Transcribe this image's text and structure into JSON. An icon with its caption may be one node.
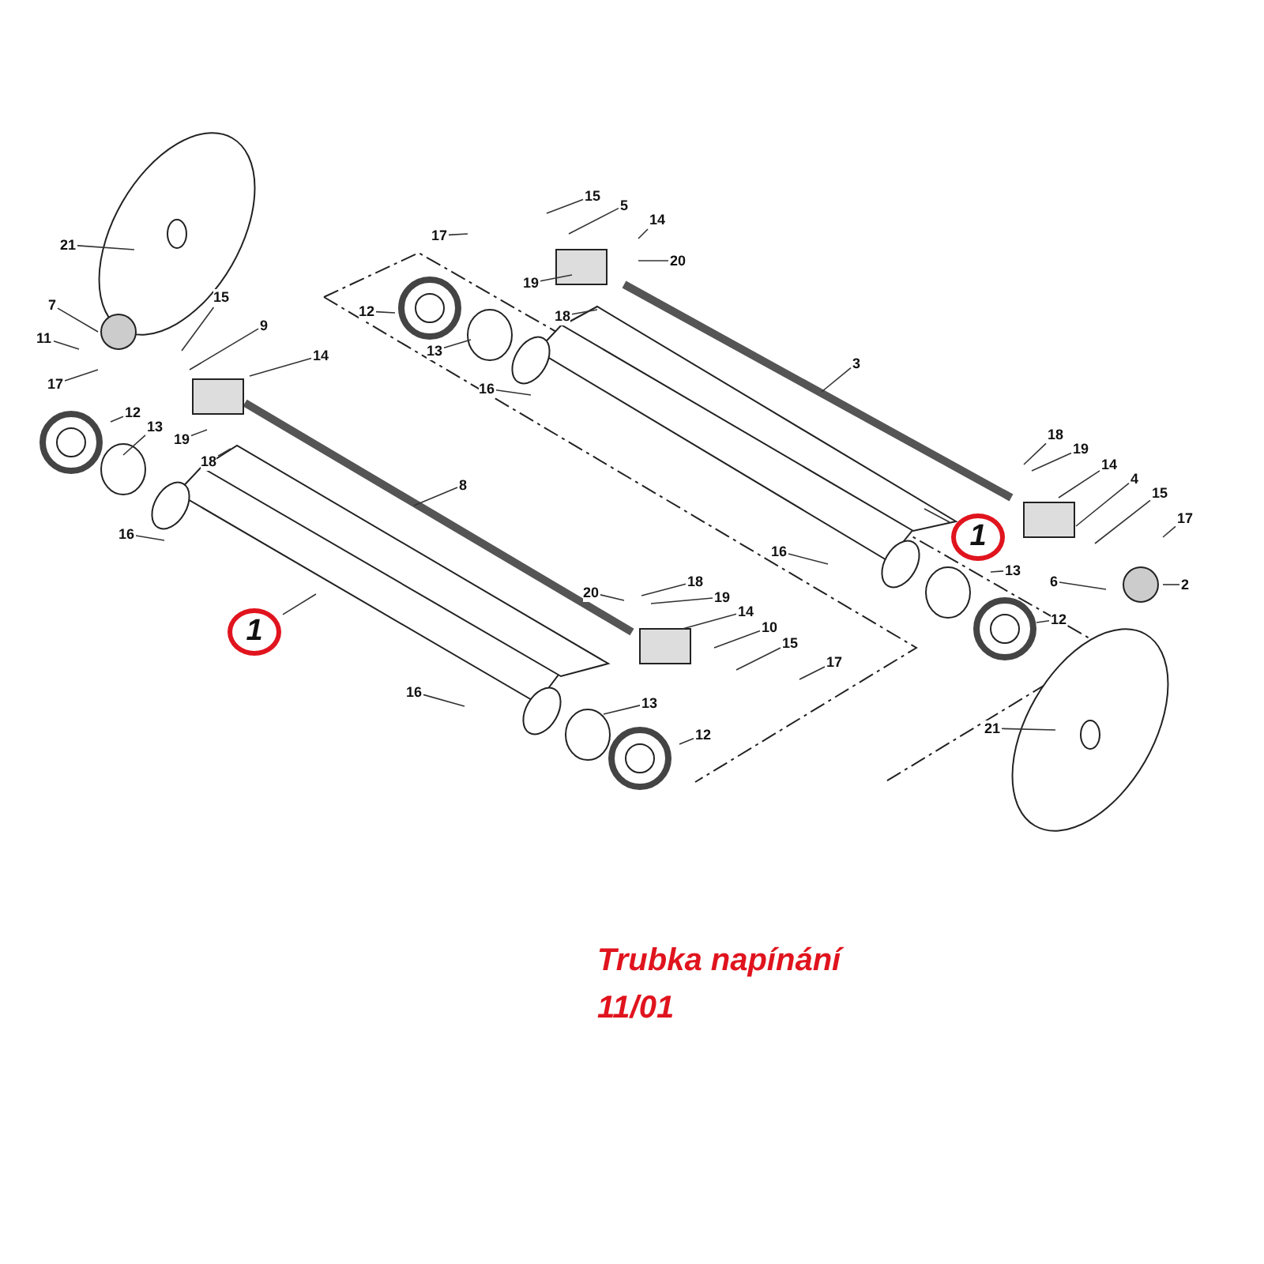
{
  "diagram": {
    "nodes": [
      {
        "text": [
          "21"
        ]
      },
      {
        "text": [
          "7"
        ]
      },
      {
        "text": [
          "15"
        ]
      },
      {
        "text": [
          "11"
        ]
      },
      {
        "text": [
          "17"
        ]
      },
      {
        "text": [
          "9"
        ]
      },
      {
        "text": [
          "14"
        ]
      },
      {
        "text": [
          "12"
        ]
      },
      {
        "text": [
          "13"
        ]
      },
      {
        "text": [
          "19"
        ]
      },
      {
        "text": [
          "18"
        ]
      },
      {
        "text": [
          "8"
        ]
      },
      {
        "text": [
          "16"
        ]
      },
      {
        "text": [
          "1"
        ]
      },
      {
        "text": [
          "20"
        ]
      },
      {
        "text": [
          "18"
        ]
      },
      {
        "text": [
          "19"
        ]
      },
      {
        "text": [
          "14"
        ]
      },
      {
        "text": [
          "10"
        ]
      },
      {
        "text": [
          "15"
        ]
      },
      {
        "text": [
          "17"
        ]
      },
      {
        "text": [
          "13"
        ]
      },
      {
        "text": [
          "12"
        ]
      },
      {
        "text": [
          "16"
        ]
      },
      {
        "text": [
          "15"
        ]
      },
      {
        "text": [
          "5"
        ]
      },
      {
        "text": [
          "17"
        ]
      },
      {
        "text": [
          "14"
        ]
      },
      {
        "text": [
          "20"
        ]
      },
      {
        "text": [
          "19"
        ]
      },
      {
        "text": [
          "18"
        ]
      },
      {
        "text": [
          "12"
        ]
      },
      {
        "text": [
          "13"
        ]
      },
      {
        "text": [
          "16"
        ]
      },
      {
        "text": [
          "3"
        ]
      },
      {
        "text": [
          "18"
        ]
      },
      {
        "text": [
          "19"
        ]
      },
      {
        "text": [
          "14"
        ]
      },
      {
        "text": [
          "4"
        ]
      },
      {
        "text": [
          "15"
        ]
      },
      {
        "text": [
          "17"
        ]
      },
      {
        "text": [
          "16"
        ]
      },
      {
        "text": [
          "1"
        ]
      },
      {
        "text": [
          "13"
        ]
      },
      {
        "text": [
          "6"
        ]
      },
      {
        "text": [
          "2"
        ]
      },
      {
        "text": [
          "12"
        ]
      },
      {
        "text": [
          "21"
        ]
      }
    ],
    "edges": [
      {
        "from": 0,
        "to": null,
        "arrow": "none"
      },
      {
        "from": 1,
        "to": null,
        "arrow": "none"
      },
      {
        "from": 2,
        "to": null,
        "arrow": "none"
      },
      {
        "from": 3,
        "to": null,
        "arrow": "none"
      },
      {
        "from": 4,
        "to": null,
        "arrow": "none"
      },
      {
        "from": 5,
        "to": null,
        "arrow": "none"
      },
      {
        "from": 6,
        "to": null,
        "arrow": "none"
      },
      {
        "from": 7,
        "to": null,
        "arrow": "none"
      },
      {
        "from": 8,
        "to": null,
        "arrow": "none"
      },
      {
        "from": 9,
        "to": null,
        "arrow": "none"
      },
      {
        "from": 10,
        "to": null,
        "arrow": "none"
      },
      {
        "from": 11,
        "to": null,
        "arrow": "none"
      },
      {
        "from": 12,
        "to": null,
        "arrow": "none"
      },
      {
        "from": 13,
        "to": null,
        "arrow": "none"
      },
      {
        "from": 14,
        "to": null,
        "arrow": "none"
      },
      {
        "from": 15,
        "to": null,
        "arrow": "none"
      },
      {
        "from": 16,
        "to": null,
        "arrow": "none"
      },
      {
        "from": 17,
        "to": null,
        "arrow": "none"
      },
      {
        "from": 18,
        "to": null,
        "arrow": "none"
      },
      {
        "from": 19,
        "to": null,
        "arrow": "none"
      },
      {
        "from": 20,
        "to": null,
        "arrow": "none"
      },
      {
        "from": 21,
        "to": null,
        "arrow": "none"
      },
      {
        "from": 22,
        "to": null,
        "arrow": "none"
      },
      {
        "from": 23,
        "to": null,
        "arrow": "none"
      },
      {
        "from": 24,
        "to": null,
        "arrow": "none"
      },
      {
        "from": 25,
        "to": null,
        "arrow": "none"
      },
      {
        "from": 26,
        "to": null,
        "arrow": "none"
      },
      {
        "from": 27,
        "to": null,
        "arrow": "none"
      },
      {
        "from": 28,
        "to": null,
        "arrow": "none"
      },
      {
        "from": 29,
        "to": null,
        "arrow": "none"
      },
      {
        "from": 30,
        "to": null,
        "arrow": "none"
      },
      {
        "from": 31,
        "to": null,
        "arrow": "none"
      },
      {
        "from": 32,
        "to": null,
        "arrow": "none"
      },
      {
        "from": 33,
        "to": null,
        "arrow": "none"
      },
      {
        "from": 34,
        "to": null,
        "arrow": "none"
      },
      {
        "from": 35,
        "to": null,
        "arrow": "none"
      },
      {
        "from": 36,
        "to": null,
        "arrow": "none"
      },
      {
        "from": 37,
        "to": null,
        "arrow": "none"
      },
      {
        "from": 38,
        "to": null,
        "arrow": "none"
      },
      {
        "from": 39,
        "to": null,
        "arrow": "none"
      },
      {
        "from": 40,
        "to": null,
        "arrow": "none"
      },
      {
        "from": 41,
        "to": null,
        "arrow": "none"
      },
      {
        "from": 42,
        "to": null,
        "arrow": "none"
      },
      {
        "from": 43,
        "to": null,
        "arrow": "none"
      },
      {
        "from": 44,
        "to": null,
        "arrow": "none"
      },
      {
        "from": 45,
        "to": null,
        "arrow": "none"
      },
      {
        "from": 46,
        "to": null,
        "arrow": "none"
      },
      {
        "from": 47,
        "to": null,
        "arrow": "none"
      }
    ],
    "labels": [
      "Trubka napínání",
      "11/01"
    ]
  }
}
